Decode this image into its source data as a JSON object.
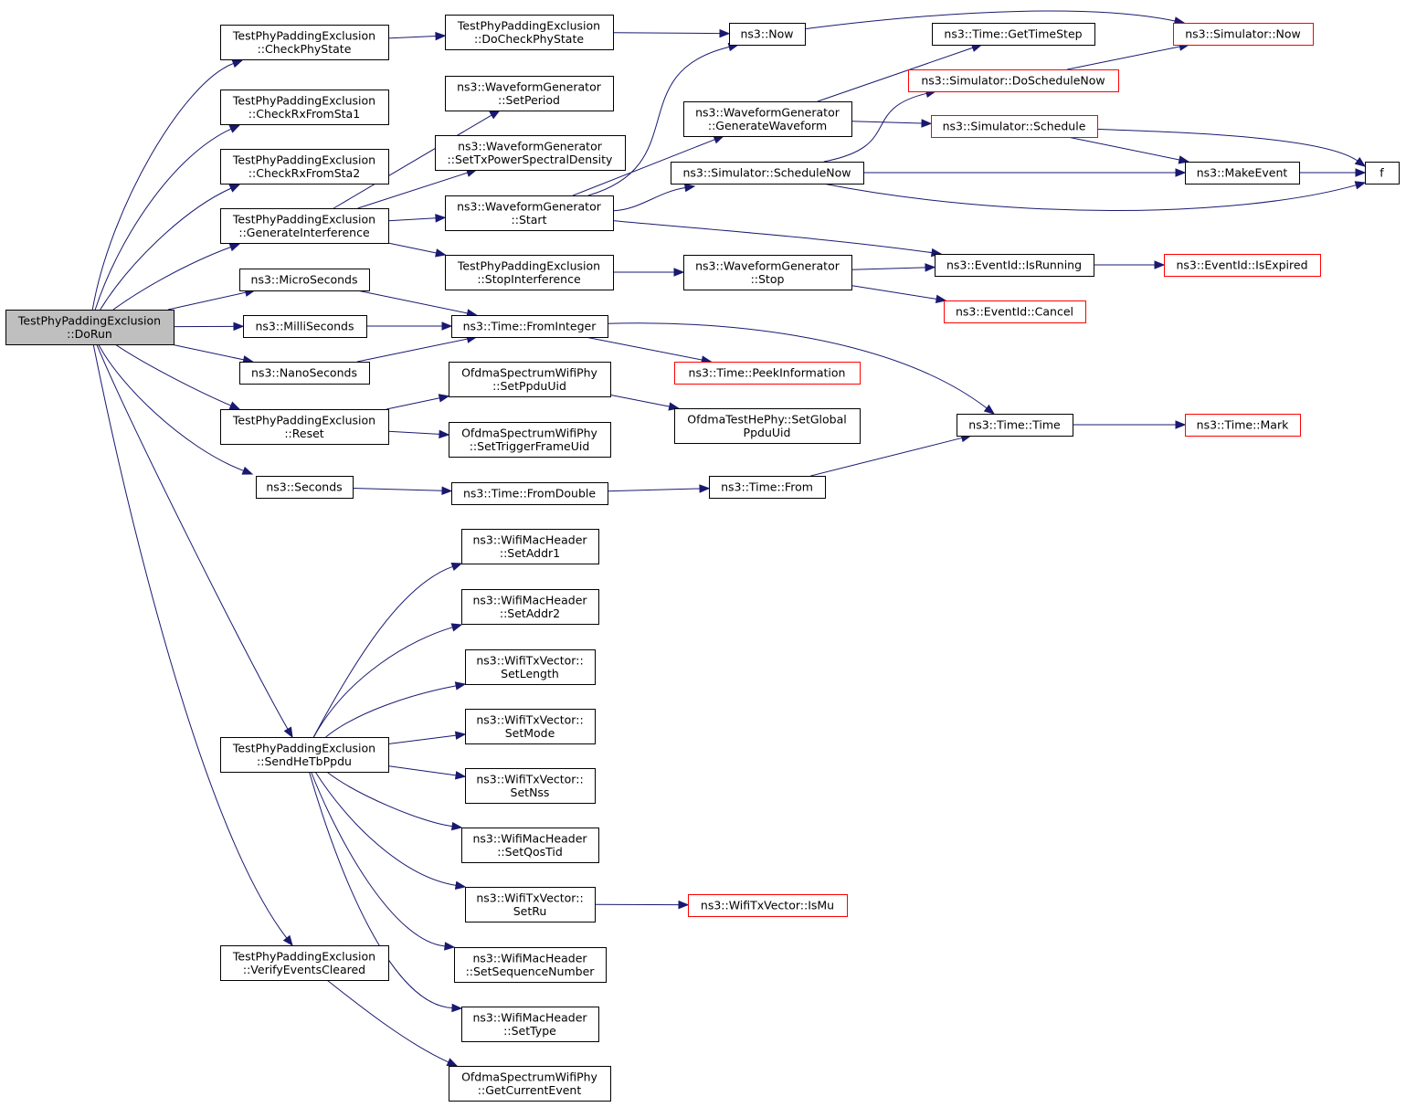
{
  "colors": {
    "edge": "#191970",
    "node_border": "#000000",
    "external_node_border": "#ff0000",
    "root_fill": "#bfbfbf",
    "node_fill": "#ffffff"
  },
  "nodes": [
    {
      "id": "dorun",
      "lines": [
        "TestPhyPaddingExclusion",
        "::DoRun"
      ],
      "root": true
    },
    {
      "id": "checkphystate",
      "lines": [
        "TestPhyPaddingExclusion",
        "::CheckPhyState"
      ]
    },
    {
      "id": "checkrx1",
      "lines": [
        "TestPhyPaddingExclusion",
        "::CheckRxFromSta1"
      ]
    },
    {
      "id": "checkrx2",
      "lines": [
        "TestPhyPaddingExclusion",
        "::CheckRxFromSta2"
      ]
    },
    {
      "id": "geninterf",
      "lines": [
        "TestPhyPaddingExclusion",
        "::GenerateInterference"
      ]
    },
    {
      "id": "micro",
      "lines": [
        "ns3::MicroSeconds"
      ]
    },
    {
      "id": "milli",
      "lines": [
        "ns3::MilliSeconds"
      ]
    },
    {
      "id": "nano",
      "lines": [
        "ns3::NanoSeconds"
      ]
    },
    {
      "id": "reset",
      "lines": [
        "TestPhyPaddingExclusion",
        "::Reset"
      ]
    },
    {
      "id": "seconds",
      "lines": [
        "ns3::Seconds"
      ]
    },
    {
      "id": "sendhetb",
      "lines": [
        "TestPhyPaddingExclusion",
        "::SendHeTbPpdu"
      ]
    },
    {
      "id": "verify",
      "lines": [
        "TestPhyPaddingExclusion",
        "::VerifyEventsCleared"
      ]
    },
    {
      "id": "docheckphy",
      "lines": [
        "TestPhyPaddingExclusion",
        "::DoCheckPhyState"
      ]
    },
    {
      "id": "setperiod",
      "lines": [
        "ns3::WaveformGenerator",
        "::SetPeriod"
      ]
    },
    {
      "id": "settxpsd",
      "lines": [
        "ns3::WaveformGenerator",
        "::SetTxPowerSpectralDensity"
      ]
    },
    {
      "id": "wgstart",
      "lines": [
        "ns3::WaveformGenerator",
        "::Start"
      ]
    },
    {
      "id": "stopinterf",
      "lines": [
        "TestPhyPaddingExclusion",
        "::StopInterference"
      ]
    },
    {
      "id": "frominteger",
      "lines": [
        "ns3::Time::FromInteger"
      ]
    },
    {
      "id": "setppduuid",
      "lines": [
        "OfdmaSpectrumWifiPhy",
        "::SetPpduUid"
      ]
    },
    {
      "id": "settrigger",
      "lines": [
        "OfdmaSpectrumWifiPhy",
        "::SetTriggerFrameUid"
      ]
    },
    {
      "id": "fromdouble",
      "lines": [
        "ns3::Time::FromDouble"
      ]
    },
    {
      "id": "setaddr1",
      "lines": [
        "ns3::WifiMacHeader",
        "::SetAddr1"
      ]
    },
    {
      "id": "setaddr2",
      "lines": [
        "ns3::WifiMacHeader",
        "::SetAddr2"
      ]
    },
    {
      "id": "setlength",
      "lines": [
        "ns3::WifiTxVector::",
        "SetLength"
      ]
    },
    {
      "id": "setmode",
      "lines": [
        "ns3::WifiTxVector::",
        "SetMode"
      ]
    },
    {
      "id": "setnss",
      "lines": [
        "ns3::WifiTxVector::",
        "SetNss"
      ]
    },
    {
      "id": "setqostid",
      "lines": [
        "ns3::WifiMacHeader",
        "::SetQosTid"
      ]
    },
    {
      "id": "setru",
      "lines": [
        "ns3::WifiTxVector::",
        "SetRu"
      ]
    },
    {
      "id": "setseq",
      "lines": [
        "ns3::WifiMacHeader",
        "::SetSequenceNumber"
      ]
    },
    {
      "id": "settype",
      "lines": [
        "ns3::WifiMacHeader",
        "::SetType"
      ]
    },
    {
      "id": "getcurevent",
      "lines": [
        "OfdmaSpectrumWifiPhy",
        "::GetCurrentEvent"
      ]
    },
    {
      "id": "now",
      "lines": [
        "ns3::Now"
      ]
    },
    {
      "id": "genwaveform",
      "lines": [
        "ns3::WaveformGenerator",
        "::GenerateWaveform"
      ]
    },
    {
      "id": "schedulenow",
      "lines": [
        "ns3::Simulator::ScheduleNow"
      ]
    },
    {
      "id": "wgstop",
      "lines": [
        "ns3::WaveformGenerator",
        "::Stop"
      ]
    },
    {
      "id": "peekinfo",
      "lines": [
        "ns3::Time::PeekInformation"
      ],
      "external": true
    },
    {
      "id": "setglobalppdu",
      "lines": [
        "OfdmaTestHePhy::SetGlobal",
        "PpduUid"
      ]
    },
    {
      "id": "timefrom",
      "lines": [
        "ns3::Time::From"
      ]
    },
    {
      "id": "ismu",
      "lines": [
        "ns3::WifiTxVector::IsMu"
      ],
      "external": true
    },
    {
      "id": "gettimestep",
      "lines": [
        "ns3::Time::GetTimeStep"
      ]
    },
    {
      "id": "doschedulenow",
      "lines": [
        "ns3::Simulator::DoScheduleNow"
      ],
      "external": true
    },
    {
      "id": "schedule",
      "lines": [
        "ns3::Simulator::Schedule"
      ],
      "external": true
    },
    {
      "id": "isrunning",
      "lines": [
        "ns3::EventId::IsRunning"
      ]
    },
    {
      "id": "cancel",
      "lines": [
        "ns3::EventId::Cancel"
      ],
      "external": true
    },
    {
      "id": "timetime",
      "lines": [
        "ns3::Time::Time"
      ]
    },
    {
      "id": "simnow",
      "lines": [
        "ns3::Simulator::Now"
      ],
      "external": true
    },
    {
      "id": "makeevent",
      "lines": [
        "ns3::MakeEvent"
      ]
    },
    {
      "id": "isexpired",
      "lines": [
        "ns3::EventId::IsExpired"
      ],
      "external": true
    },
    {
      "id": "timemark",
      "lines": [
        "ns3::Time::Mark"
      ],
      "external": true
    },
    {
      "id": "f",
      "lines": [
        "f"
      ]
    }
  ],
  "edges": [
    [
      "dorun",
      "checkphystate"
    ],
    [
      "dorun",
      "checkrx1"
    ],
    [
      "dorun",
      "checkrx2"
    ],
    [
      "dorun",
      "geninterf"
    ],
    [
      "dorun",
      "micro"
    ],
    [
      "dorun",
      "milli"
    ],
    [
      "dorun",
      "nano"
    ],
    [
      "dorun",
      "reset"
    ],
    [
      "dorun",
      "seconds"
    ],
    [
      "dorun",
      "sendhetb"
    ],
    [
      "dorun",
      "verify"
    ],
    [
      "checkphystate",
      "docheckphy"
    ],
    [
      "docheckphy",
      "now"
    ],
    [
      "geninterf",
      "setperiod"
    ],
    [
      "geninterf",
      "settxpsd"
    ],
    [
      "geninterf",
      "wgstart"
    ],
    [
      "geninterf",
      "stopinterf"
    ],
    [
      "micro",
      "frominteger"
    ],
    [
      "milli",
      "frominteger"
    ],
    [
      "nano",
      "frominteger"
    ],
    [
      "reset",
      "setppduuid"
    ],
    [
      "reset",
      "settrigger"
    ],
    [
      "seconds",
      "fromdouble"
    ],
    [
      "sendhetb",
      "setaddr1"
    ],
    [
      "sendhetb",
      "setaddr2"
    ],
    [
      "sendhetb",
      "setlength"
    ],
    [
      "sendhetb",
      "setmode"
    ],
    [
      "sendhetb",
      "setnss"
    ],
    [
      "sendhetb",
      "setqostid"
    ],
    [
      "sendhetb",
      "setru"
    ],
    [
      "sendhetb",
      "setseq"
    ],
    [
      "sendhetb",
      "settype"
    ],
    [
      "verify",
      "getcurevent"
    ],
    [
      "wgstart",
      "now"
    ],
    [
      "wgstart",
      "genwaveform"
    ],
    [
      "wgstart",
      "schedulenow"
    ],
    [
      "wgstart",
      "isrunning"
    ],
    [
      "stopinterf",
      "wgstop"
    ],
    [
      "frominteger",
      "peekinfo"
    ],
    [
      "frominteger",
      "timetime"
    ],
    [
      "setppduuid",
      "setglobalppdu"
    ],
    [
      "fromdouble",
      "timefrom"
    ],
    [
      "timefrom",
      "timetime"
    ],
    [
      "setru",
      "ismu"
    ],
    [
      "now",
      "simnow"
    ],
    [
      "genwaveform",
      "gettimestep"
    ],
    [
      "genwaveform",
      "schedule"
    ],
    [
      "schedulenow",
      "doschedulenow"
    ],
    [
      "schedulenow",
      "makeevent"
    ],
    [
      "schedulenow",
      "f"
    ],
    [
      "wgstop",
      "isrunning"
    ],
    [
      "wgstop",
      "cancel"
    ],
    [
      "doschedulenow",
      "simnow"
    ],
    [
      "schedule",
      "makeevent"
    ],
    [
      "schedule",
      "f"
    ],
    [
      "makeevent",
      "f"
    ],
    [
      "isrunning",
      "isexpired"
    ],
    [
      "timetime",
      "timemark"
    ]
  ]
}
